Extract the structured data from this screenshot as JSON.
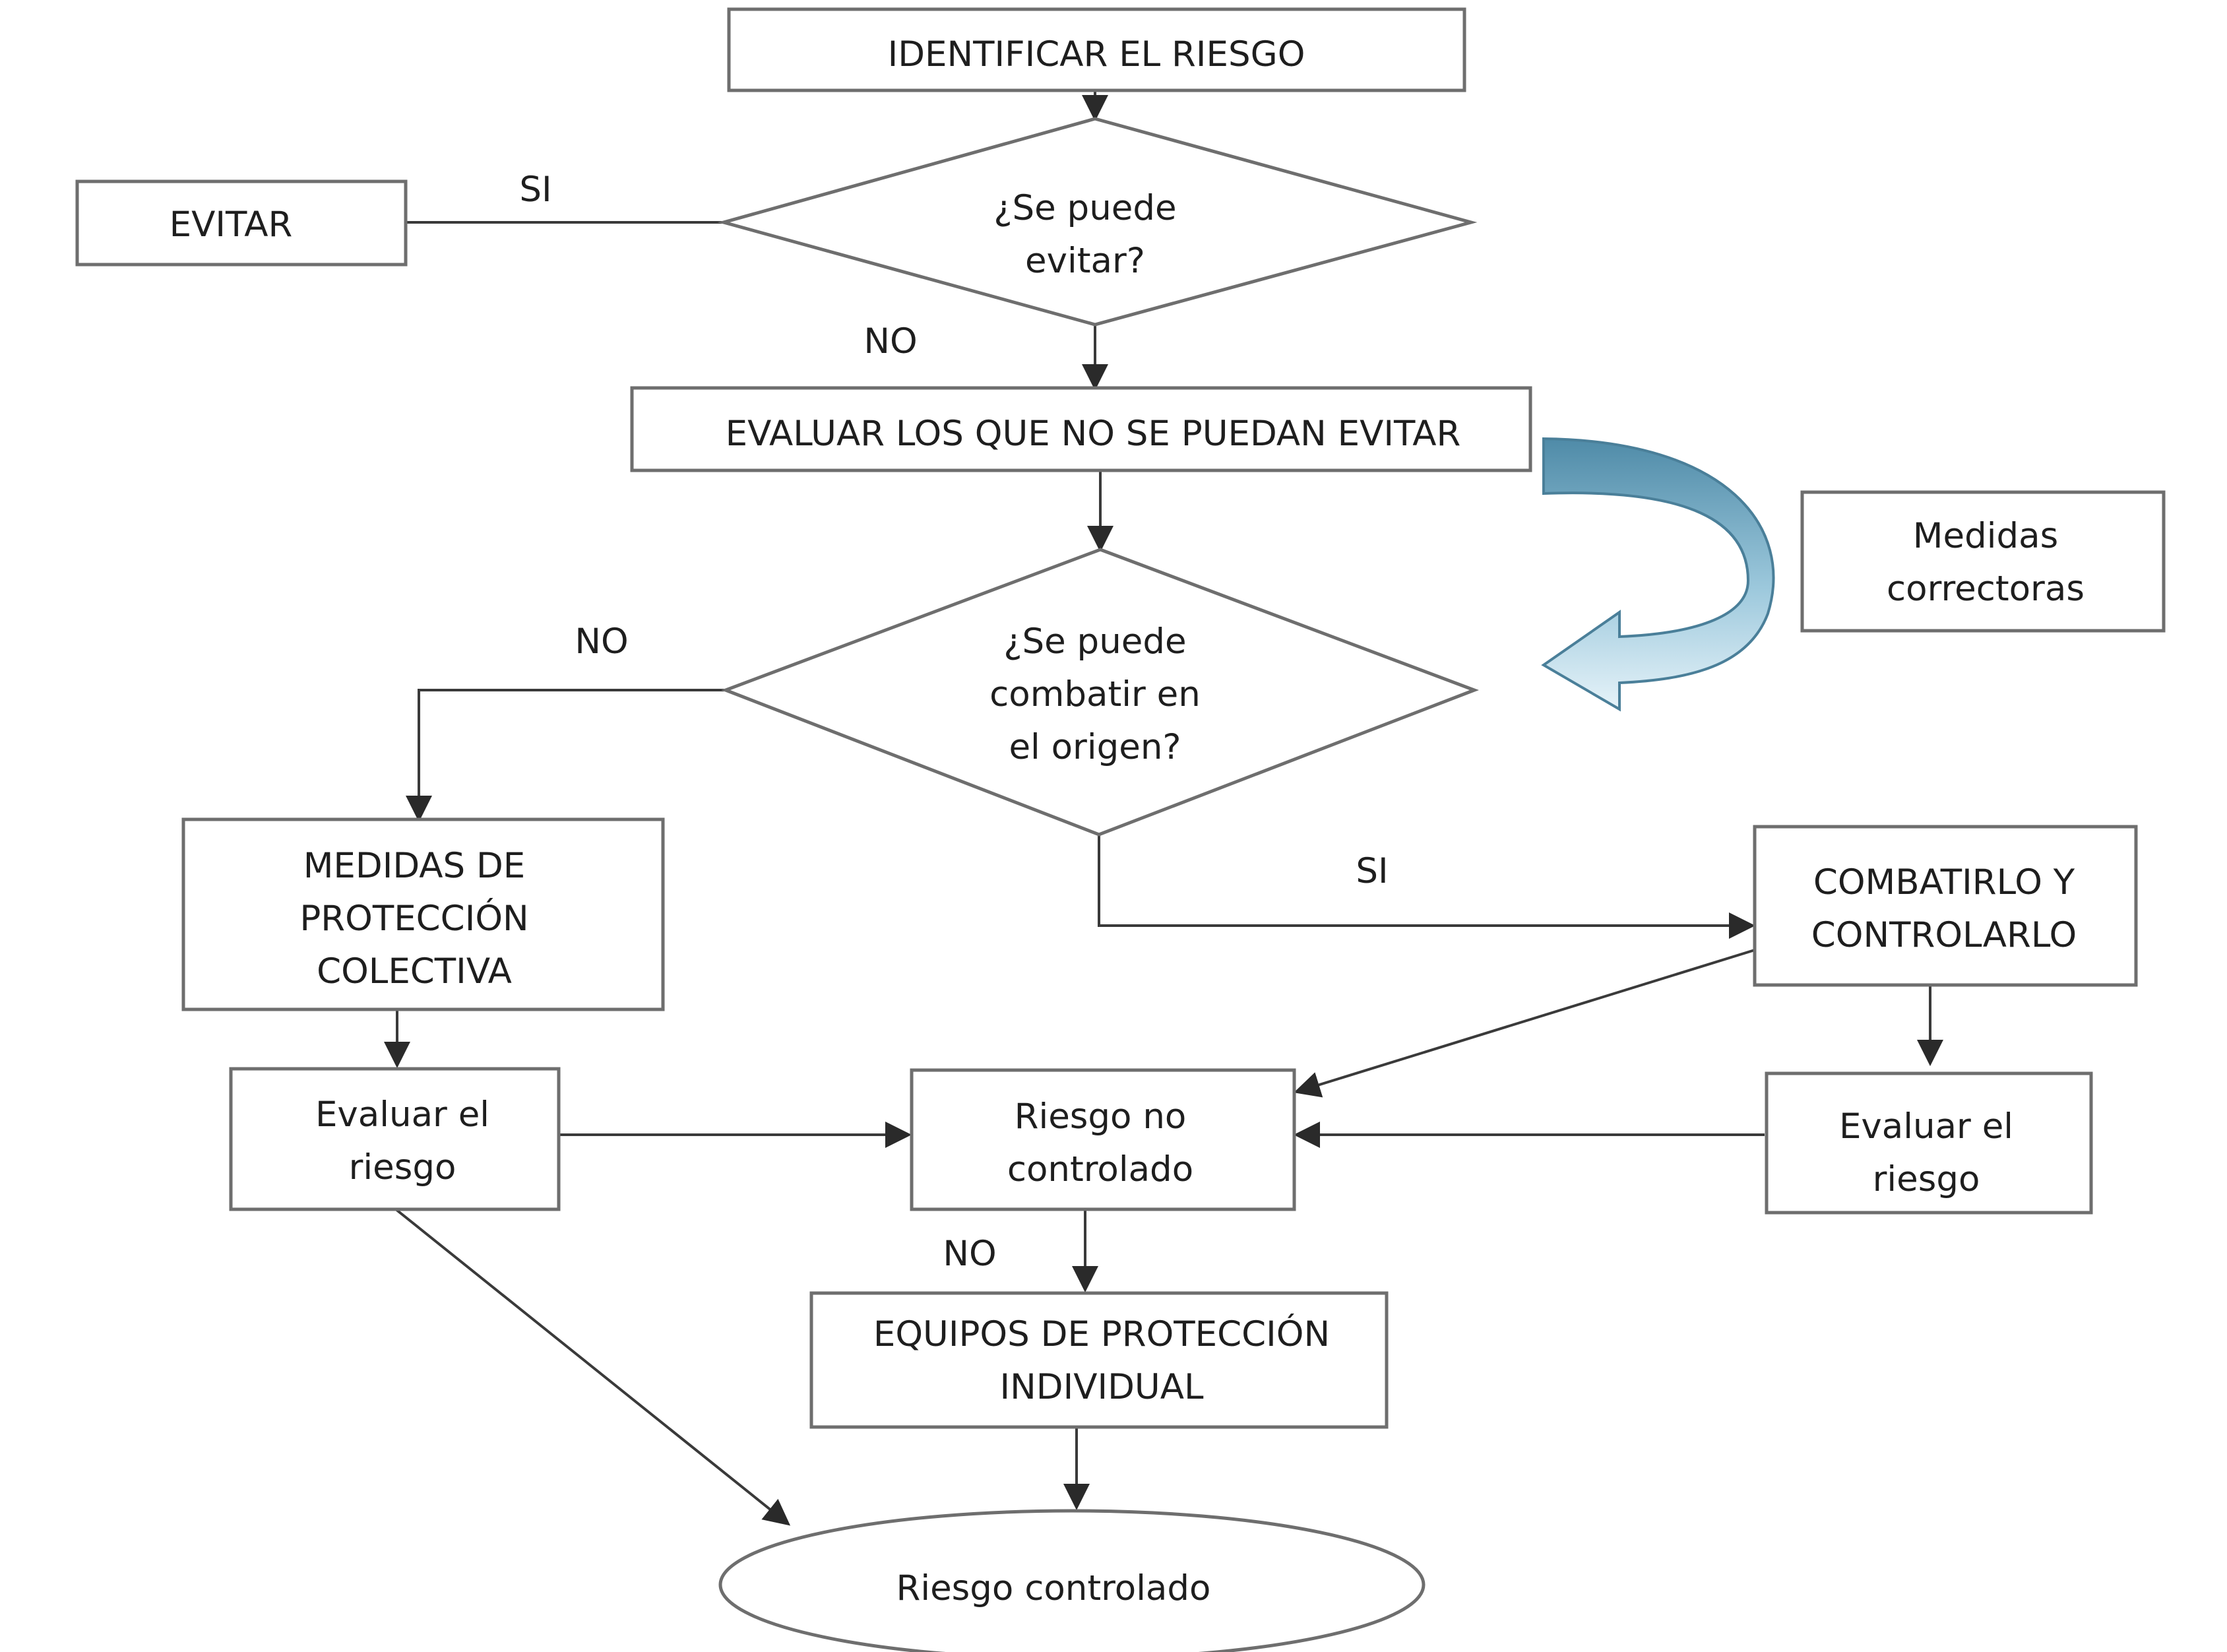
{
  "nodes": {
    "identificar": "IDENTIFICAR EL RIESGO",
    "evitar": "EVITAR",
    "se_puede_evitar": [
      "¿Se puede",
      "evitar?"
    ],
    "evaluar_no_evitables": "EVALUAR LOS QUE NO SE PUEDAN EVITAR",
    "medidas_correctoras": [
      "Medidas",
      "correctoras"
    ],
    "se_puede_combatir": [
      "¿Se puede",
      "combatir en",
      "el origen?"
    ],
    "medidas_proteccion_colectiva": [
      "MEDIDAS DE",
      "PROTECCIÓN",
      "COLECTIVA"
    ],
    "combatirlo_controlarlo": [
      "COMBATIRLO Y",
      "CONTROLARLO"
    ],
    "evaluar_riesgo_izq": [
      "Evaluar el",
      "riesgo"
    ],
    "riesgo_no_controlado": [
      "Riesgo no",
      "controlado"
    ],
    "evaluar_riesgo_der": [
      "Evaluar el",
      "riesgo"
    ],
    "equipos_proteccion_individual": [
      "EQUIPOS DE PROTECCIÓN",
      "INDIVIDUAL"
    ],
    "riesgo_controlado": "Riesgo controlado"
  },
  "edge_labels": {
    "si_evitar": "SI",
    "no_evitar": "NO",
    "no_combatir": "NO",
    "si_combatir": "SI",
    "no_controlado": "NO"
  },
  "colors": {
    "box_stroke": "#6e6e6e",
    "line": "#3a3a3a",
    "curved_arrow_dark": "#4f8ba8",
    "curved_arrow_light": "#e6f3f9"
  }
}
